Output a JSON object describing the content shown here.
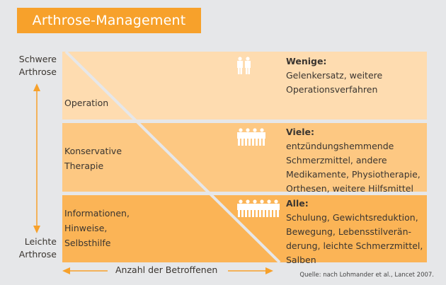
{
  "title": "Arthrose-Management",
  "y_axis": {
    "top_label_1": "Schwere",
    "top_label_2": "Arthrose",
    "bottom_label_1": "Leichte",
    "bottom_label_2": "Arthrose"
  },
  "x_axis": {
    "label": "Anzahl der Betroffenen"
  },
  "bands": [
    {
      "left_label": [
        "Operation"
      ],
      "icon": "two-people-icon",
      "heading": "Wenige:",
      "lines": [
        "Gelenkersatz, weitere",
        "Operationsverfahren"
      ],
      "color": "#fedcb0"
    },
    {
      "left_label": [
        "Konservative",
        "Therapie"
      ],
      "icon": "four-people-icon",
      "heading": "Viele:",
      "lines": [
        "entzündungshemmende",
        "Schmerzmittel, andere",
        "Medikamente, Physiotherapie,",
        "Orthesen, weitere Hilfsmittel"
      ],
      "color": "#fdc882"
    },
    {
      "left_label": [
        "Informationen,",
        "Hinweise,",
        "Selbsthilfe"
      ],
      "icon": "six-people-icon",
      "heading": "Alle:",
      "lines": [
        "Schulung, Gewichtsreduktion,",
        "Bewegung, Lebensstilverän-",
        "derung, leichte Schmerzmittel,",
        "Salben"
      ],
      "color": "#fbb456"
    }
  ],
  "source": "Quelle: nach Lohmander et al., Lancet 2007.",
  "colors": {
    "accent": "#f7a12b",
    "background": "#e6e7e9"
  }
}
